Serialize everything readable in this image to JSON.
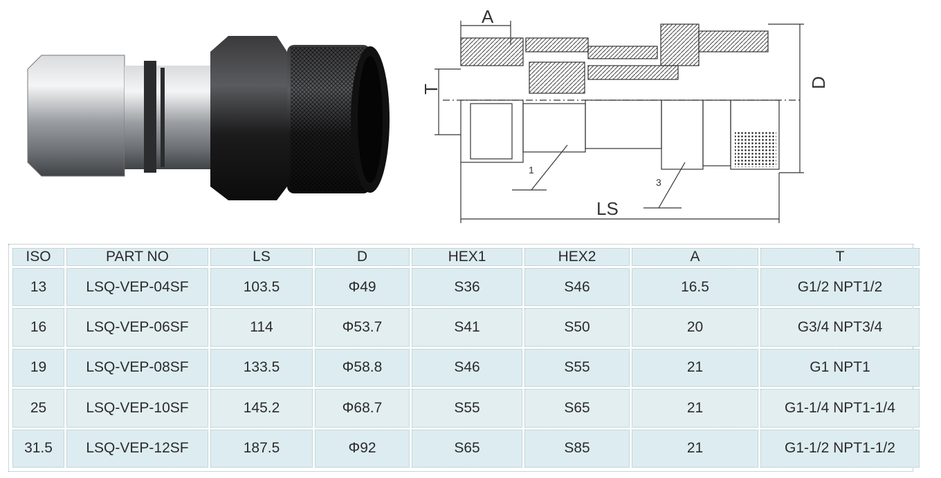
{
  "drawing": {
    "dim_a": "A",
    "dim_t": "T",
    "dim_d": "D",
    "dim_ls": "LS",
    "callout_1": "1",
    "callout_3": "3"
  },
  "table": {
    "headers": [
      "ISO",
      "PART NO",
      "LS",
      "D",
      "HEX1",
      "HEX2",
      "A",
      "T"
    ],
    "rows": [
      [
        "13",
        "LSQ-VEP-04SF",
        "103.5",
        "Φ49",
        "S36",
        "S46",
        "16.5",
        "G1/2 NPT1/2"
      ],
      [
        "16",
        "LSQ-VEP-06SF",
        "114",
        "Φ53.7",
        "S41",
        "S50",
        "20",
        "G3/4 NPT3/4"
      ],
      [
        "19",
        "LSQ-VEP-08SF",
        "133.5",
        "Φ58.8",
        "S46",
        "S55",
        "21",
        "G1 NPT1"
      ],
      [
        "25",
        "LSQ-VEP-10SF",
        "145.2",
        "Φ68.7",
        "S55",
        "S65",
        "21",
        "G1-1/4 NPT1-1/4"
      ],
      [
        "31.5",
        "LSQ-VEP-12SF",
        "187.5",
        "Φ92",
        "S65",
        "S85",
        "21",
        "G1-1/2 NPT1-1/2"
      ]
    ]
  }
}
